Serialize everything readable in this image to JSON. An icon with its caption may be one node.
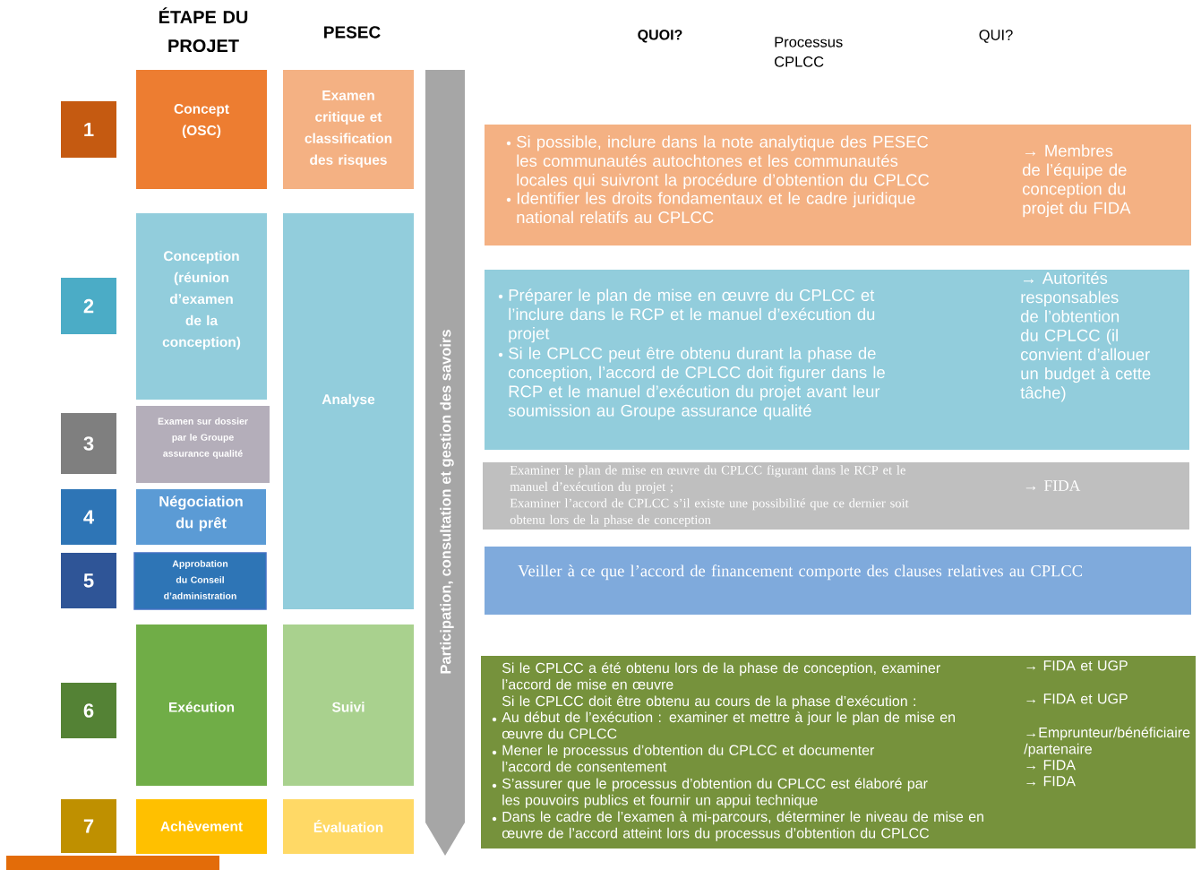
{
  "diagram": {
    "nodes": [
      {
        "text": [
          "1"
        ]
      },
      {
        "text": [
          "2"
        ]
      },
      {
        "text": [
          "3"
        ]
      },
      {
        "text": [
          "4"
        ]
      },
      {
        "text": [
          "5"
        ]
      },
      {
        "text": [
          "6"
        ]
      },
      {
        "text": [
          "7"
        ]
      },
      {
        "text": [
          "Concept (OSC)"
        ]
      },
      {
        "text": [
          "Conception (réunion d’examen de la conception)"
        ]
      },
      {
        "text": [
          "Examen sur dossier par le Groupe assurance qualité"
        ]
      },
      {
        "text": [
          "Négociation du prêt"
        ]
      },
      {
        "text": [
          "Approbation du Conseil d’administration"
        ]
      },
      {
        "text": [
          "Exécution"
        ]
      },
      {
        "text": [
          "Achèvement"
        ]
      },
      {
        "text": [
          "Examen critique et classification des risques"
        ]
      },
      {
        "text": [
          "Analyse"
        ]
      },
      {
        "text": [
          "Suivi"
        ]
      },
      {
        "text": [
          "Évaluation"
        ]
      },
      {
        "text": [
          "Participation, consultation et gestion des savoirs"
        ]
      },
      {
        "text": [
          "Si possible, inclure dans la note analytique des PESEC les communautés autochtones et les communautés locales qui suivront la procédure d’obtention du CPLCC",
          "Identifier les droits fondamentaux et le cadre juridique national relatifs au CPLCC",
          "→ Membres de l’équipe de conception du projet du FIDA"
        ]
      },
      {
        "text": [
          "Préparer le plan de mise en œuvre du CPLCC et l’inclure dans le RCP et le manuel d’exécution du projet",
          "Si le CPLCC peut être obtenu durant la phase de conception, l’accord de CPLCC doit figurer dans le RCP et le manuel d’exécution du projet avant leur soumission au Groupe assurance qualité",
          "→ Autorités responsables de l’obtention du CPLCC (il convient d’allouer un budget à cette tâche)"
        ]
      },
      {
        "text": [
          "Examiner le plan de mise en œuvre du CPLCC figurant dans le RCP et le manuel d’exécution du projet ;",
          "Examiner l’accord de CPLCC s’il existe une possibilité que ce dernier soit obtenu lors de la phase de conception",
          "→ FIDA"
        ]
      },
      {
        "text": [
          "Veiller à ce que l’accord de financement comporte des clauses relatives au CPLCC"
        ]
      },
      {
        "text": [
          "Si le CPLCC a été obtenu lors de la phase de conception, examiner l’accord de mise en œuvre",
          "Si le CPLCC doit être obtenu au cours de la phase d’exécution :",
          "Au début de l’exécution : examiner et mettre à jour le plan de mise en œuvre du CPLCC",
          "Mener le processus d’obtention du CPLCC et documenter l’accord de consentement",
          "S’assurer que le processus d’obtention du CPLCC est élaboré par les pouvoirs publics et fournir un appui technique",
          "Dans le cadre de l’examen à mi-parcours, déterminer le niveau de mise en œuvre de l’accord atteint lors du processus d’obtention du CPLCC",
          "→ FIDA et UGP",
          "→ FIDA et UGP",
          "→Emprunteur/bénéficiaire /partenaire",
          "→ FIDA",
          "→ FIDA"
        ]
      }
    ],
    "labels": [
      "ÉTAPE DU PROJET",
      "PESEC",
      "QUOI?",
      "Processus CPLCC",
      "QUI?"
    ]
  }
}
